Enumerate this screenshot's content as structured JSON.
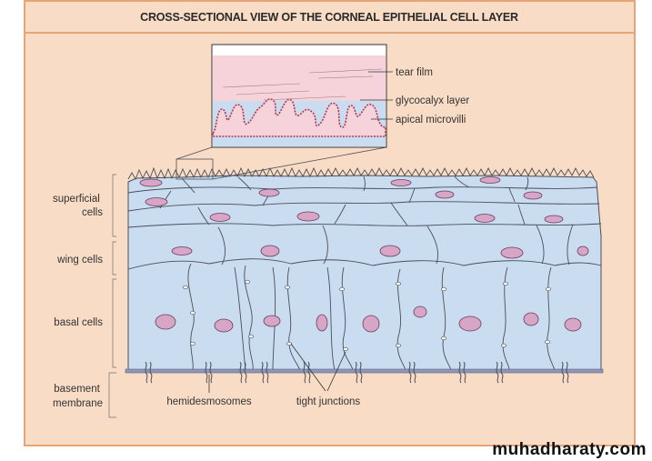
{
  "title": "CROSS-SECTIONAL VIEW OF THE CORNEAL EPITHELIAL CELL LAYER",
  "layers": {
    "superficial": [
      "superficial",
      "cells"
    ],
    "wing": "wing cells",
    "basal": "basal cells",
    "basement": [
      "basement",
      "membrane"
    ]
  },
  "inset_labels": {
    "tear_film": "tear film",
    "glycocalyx": "glycocalyx layer",
    "microvilli": "apical microvilli"
  },
  "bottom_labels": {
    "hemidesmosomes": "hemidesmosomes",
    "tight_junctions": "tight junctions"
  },
  "watermark": "muhadharaty.com",
  "colors": {
    "panel": "#f8dcc5",
    "frame": "#e8a477",
    "cell": "#c9dcf0",
    "nucleus": "#d7a5c6",
    "membrane": "#8f96b8",
    "tear": "#f6d3da"
  }
}
